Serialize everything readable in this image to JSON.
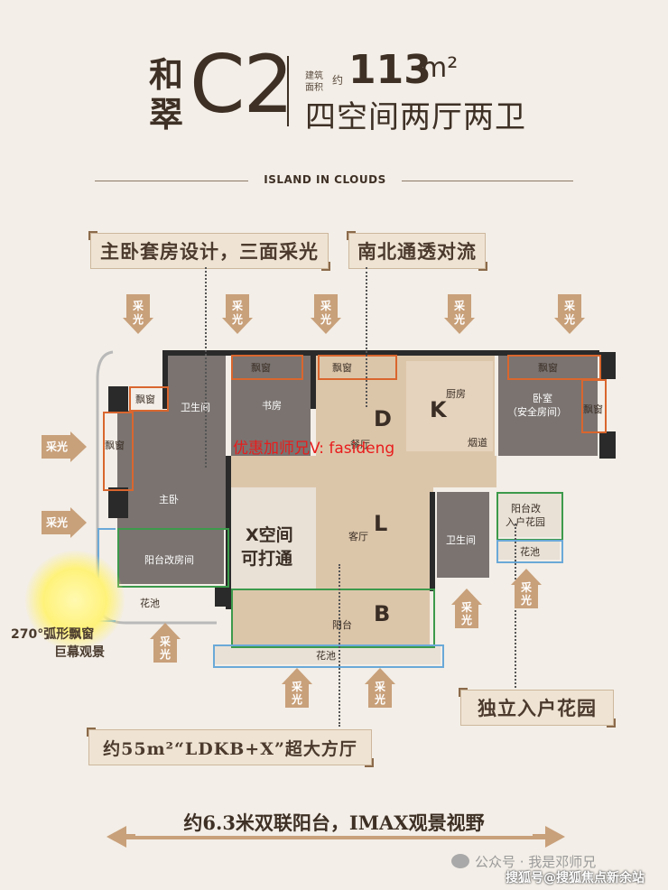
{
  "header": {
    "project_name_line1": "和",
    "project_name_line2": "翠",
    "unit_code": "C2",
    "area_label_top": "建筑",
    "area_label_bottom": "面积",
    "approx": "约",
    "area_value": "113",
    "area_unit": "m²",
    "layout_desc": "四空间两厅两卫",
    "subtitle": "ISLAND IN CLOUDS"
  },
  "tags": {
    "master_suite": "主卧套房设计，三面采光",
    "ventilation": "南北通透对流",
    "garden": "独立入户花园",
    "living_hall": "约55m²“LDKB+X”超大方厅",
    "balcony_view": "约6.3米双联阳台，IMAX观景视野"
  },
  "light_label": [
    "采",
    "光"
  ],
  "rooms": {
    "bay_window": "飘窗",
    "bathroom": "卫生间",
    "study": "书房",
    "dining": "餐厅",
    "kitchen": "厨房",
    "flue": "烟道",
    "bedroom": "卧室",
    "bedroom_note": "（安全房间）",
    "master": "主卧",
    "balcony_room": "阳台改房间",
    "planter": "花池",
    "living": "客厅",
    "x_space_1": "X空间",
    "x_space_2": "可打通",
    "balcony": "阳台",
    "garden_1": "阳台改",
    "garden_2": "入户花园"
  },
  "zone_letters": {
    "d": "D",
    "k": "K",
    "l": "L",
    "b": "B"
  },
  "arc_view": {
    "line1": "270°弧形飘窗",
    "line2": "巨幕观景"
  },
  "watermarks": {
    "contact": "优惠加师兄V: fasideng",
    "wechat": "公众号 · 我是邓师兄",
    "sohu": "搜狐号@搜狐焦点新余站"
  },
  "colors": {
    "accent": "#c8a07a",
    "bay_window_outline": "#d9662e",
    "garden_outline": "#3c9a4b",
    "planter_outline": "#6aa9d8",
    "watermark_red": "#e81c1c"
  }
}
